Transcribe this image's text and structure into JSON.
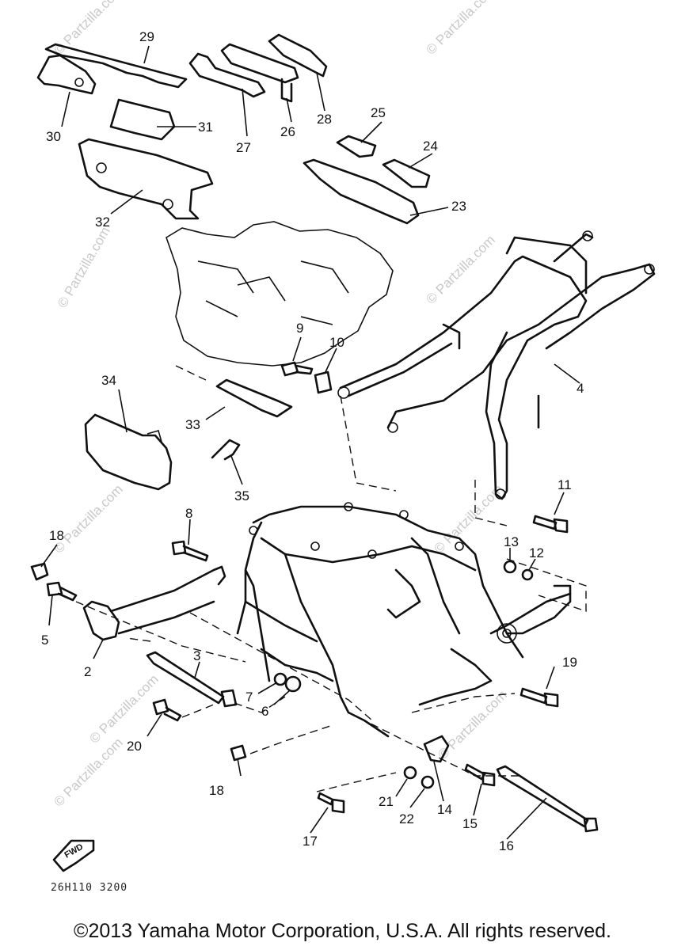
{
  "watermark": "© Partzilla.com",
  "diagram_code": "26H110 3200",
  "fwd_label": "FWD",
  "copyright": "©2013 Yamaha Motor Corporation, U.S.A. All rights reserved.",
  "callouts": {
    "p2": "2",
    "p3": "3",
    "p4": "4",
    "p5": "5",
    "p6": "6",
    "p7": "7",
    "p8": "8",
    "p9": "9",
    "p10": "10",
    "p11": "11",
    "p12": "12",
    "p13": "13",
    "p14": "14",
    "p15": "15",
    "p16": "16",
    "p17": "17",
    "p18a": "18",
    "p18b": "18",
    "p19": "19",
    "p20": "20",
    "p21": "21",
    "p22": "22",
    "p23": "23",
    "p24": "24",
    "p25": "25",
    "p26": "26",
    "p27": "27",
    "p28": "28",
    "p29": "29",
    "p30": "30",
    "p31": "31",
    "p32": "32",
    "p33": "33",
    "p34": "34",
    "p35": "35"
  }
}
